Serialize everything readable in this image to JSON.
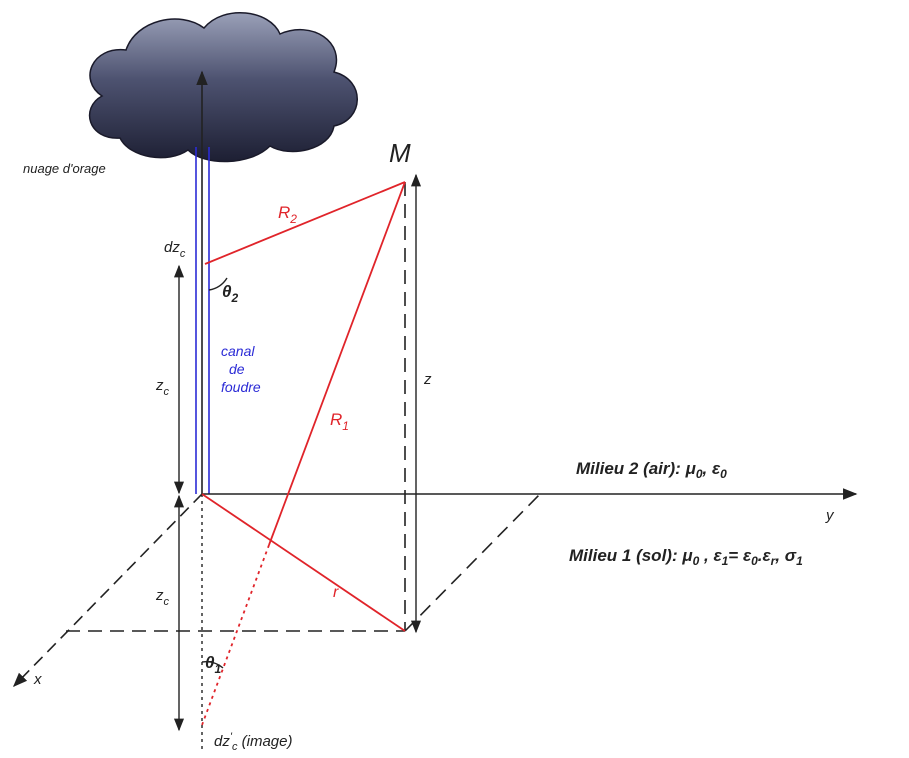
{
  "cloud": {
    "label": "nuage d'orage"
  },
  "channel": {
    "line1": "canal",
    "line2": "de",
    "line3": "foudre"
  },
  "point": {
    "name": "M"
  },
  "distances": {
    "R2": {
      "main": "R",
      "sub": "2"
    },
    "R1": {
      "main": "R",
      "sub": "1"
    },
    "r": "r"
  },
  "angles": {
    "theta2": {
      "main": "θ",
      "sub": "2"
    },
    "theta1": {
      "main": "θ",
      "sub": "1"
    }
  },
  "heights": {
    "dzc": {
      "main": "dz",
      "sub": "c"
    },
    "zc_upper": {
      "main": "z",
      "sub": "c"
    },
    "zc_lower": {
      "main": "z",
      "sub": "c"
    },
    "z": "z",
    "image": {
      "main": "dz",
      "prime": "'",
      "sub": "c",
      "suffix": " (image)"
    }
  },
  "axes": {
    "x": "x",
    "y": "y"
  },
  "media": {
    "air": {
      "prefix": "Milieu 2 (air): ",
      "mu": "μ",
      "mu_sub": "0",
      "sep": ",  ",
      "eps": "ε",
      "eps_sub": "0"
    },
    "ground": {
      "prefix": "Milieu 1 (sol): ",
      "mu": "μ",
      "mu_sub": "0",
      "sep1": " , ",
      "eps1": "ε",
      "eps1_sub": "1",
      "eq": "= ",
      "eps0": "ε",
      "eps0_sub": "0",
      "dot": ".",
      "epsr": "ε",
      "epsr_sub": "r",
      "sep2": ", ",
      "sigma": "σ",
      "sigma_sub": "1"
    }
  },
  "colors": {
    "channel": "#2b2bd6",
    "distance": "#e0242a",
    "axis": "#222222"
  }
}
